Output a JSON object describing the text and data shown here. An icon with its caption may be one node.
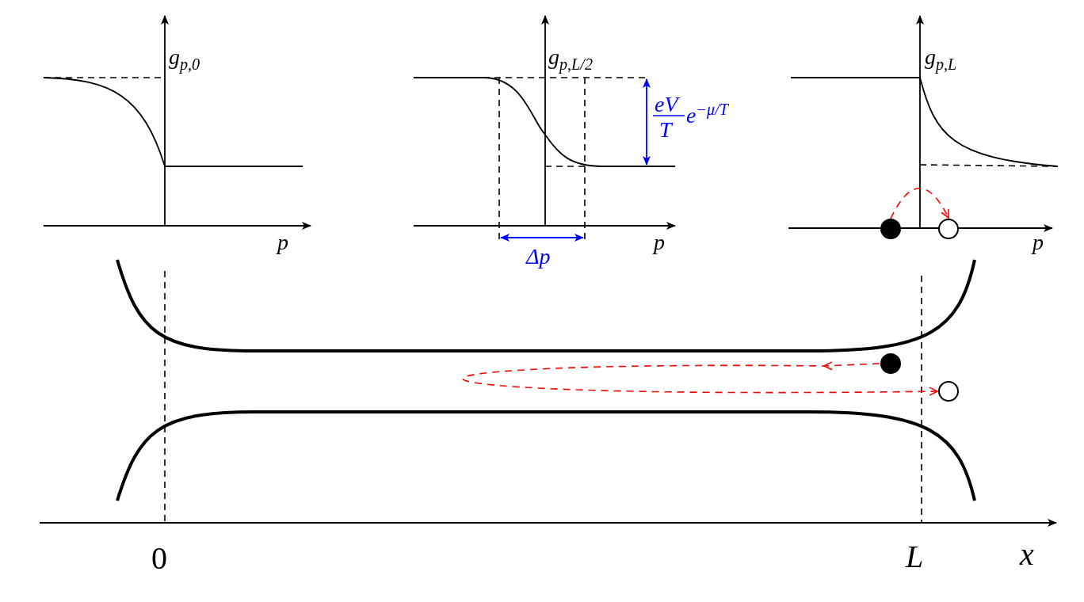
{
  "diagram": {
    "nodes": [
      {
        "text": [],
        "shape": "circle"
      },
      {
        "text": [],
        "shape": "circle"
      },
      {
        "text": [],
        "shape": "circle"
      },
      {
        "text": [],
        "shape": "circle"
      }
    ],
    "edges": [
      {
        "from": 0,
        "to": 1,
        "arrow": "to",
        "style": "dashed",
        "color": "#ff0000"
      },
      {
        "from": 2,
        "to": 3,
        "arrow": "to",
        "style": "dashed",
        "color": "#ff0000"
      }
    ],
    "labels": [
      "g$_{p,0}$",
      "g$_{p,L/2}$",
      "g$_{p,L}$",
      "eV",
      "T",
      "e$^{−μ/T}$",
      "p",
      "p",
      "Δp",
      "p",
      "0",
      "L",
      "x"
    ]
  }
}
